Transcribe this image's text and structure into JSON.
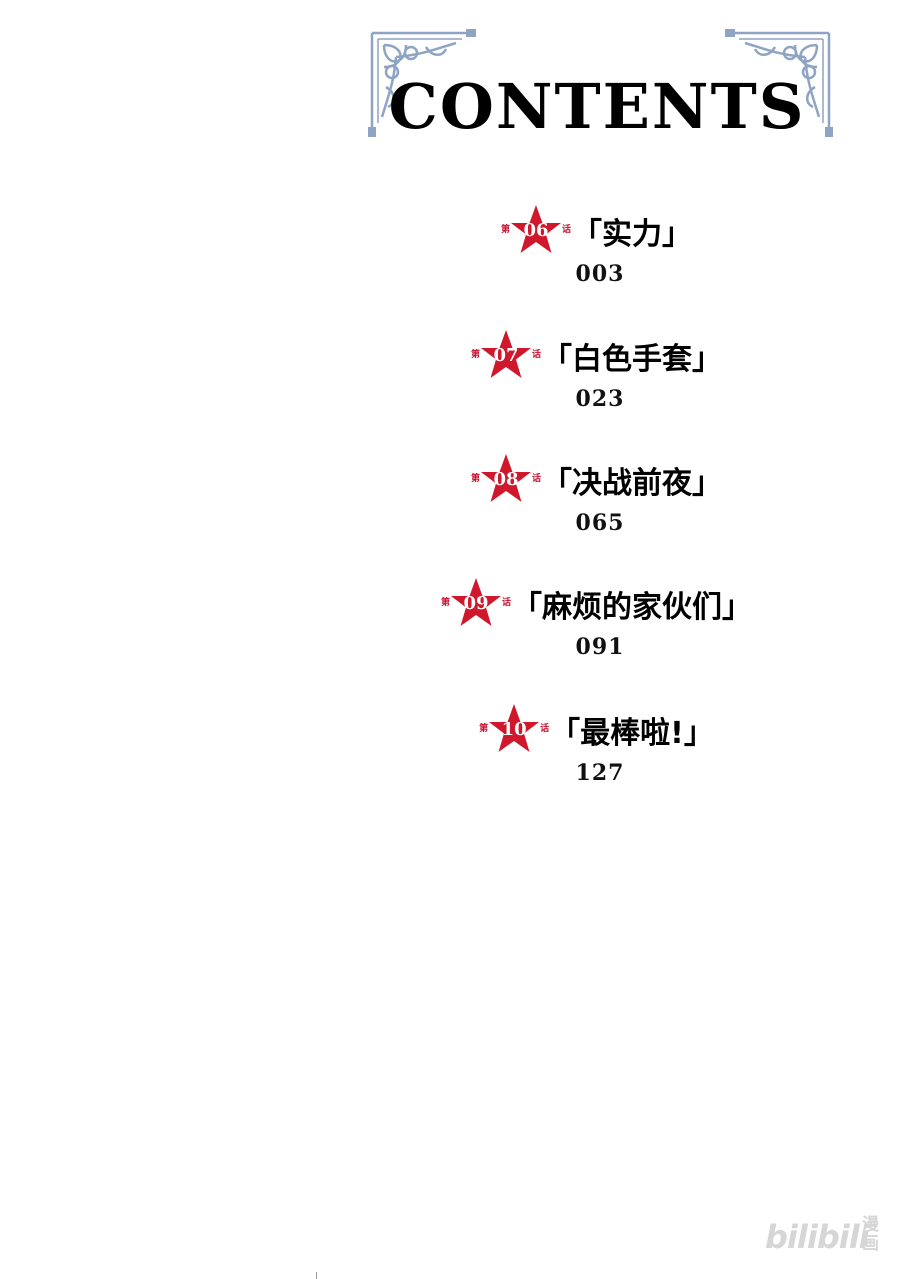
{
  "title": "CONTENTS",
  "chapters": [
    {
      "pre": "第",
      "num": "06",
      "post": "话",
      "title": "「实力」",
      "page": "003"
    },
    {
      "pre": "第",
      "num": "07",
      "post": "话",
      "title": "「白色手套」",
      "page": "023"
    },
    {
      "pre": "第",
      "num": "08",
      "post": "话",
      "title": "「决战前夜」",
      "page": "065"
    },
    {
      "pre": "第",
      "num": "09",
      "post": "话",
      "title": "「麻烦的家伙们」",
      "page": "091"
    },
    {
      "pre": "第",
      "num": "10",
      "post": "话",
      "title": "「最棒啦!」",
      "page": "127"
    }
  ],
  "watermark": {
    "brand": "bilibili",
    "sub": "漫画"
  },
  "colors": {
    "star": "#d0182c",
    "ornament": "#8fa4c4",
    "text": "#000000"
  },
  "icons": [
    "corner-ornament-icon",
    "star-icon"
  ]
}
